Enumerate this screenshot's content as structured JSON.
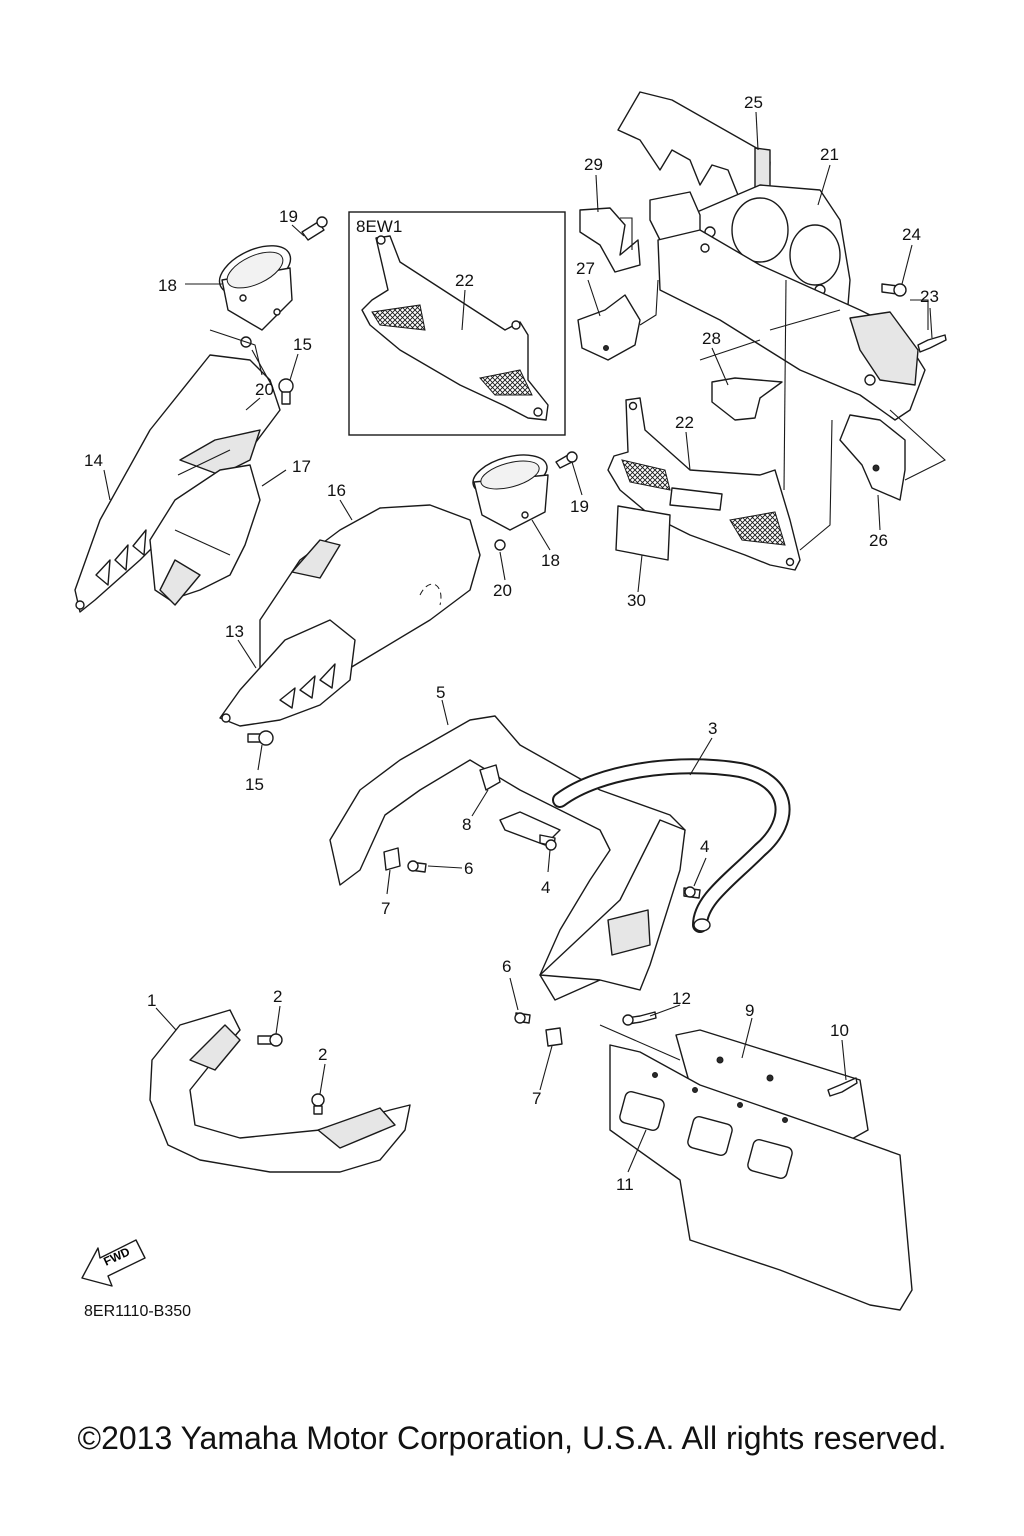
{
  "diagram": {
    "code": "8ER1110-B350",
    "inset_label": "8EW1",
    "fwd_label": "FWD",
    "callouts": [
      {
        "id": "c1",
        "text": "1"
      },
      {
        "id": "c2a",
        "text": "2"
      },
      {
        "id": "c2b",
        "text": "2"
      },
      {
        "id": "c3",
        "text": "3"
      },
      {
        "id": "c4a",
        "text": "4"
      },
      {
        "id": "c4b",
        "text": "4"
      },
      {
        "id": "c5",
        "text": "5"
      },
      {
        "id": "c6a",
        "text": "6"
      },
      {
        "id": "c6b",
        "text": "6"
      },
      {
        "id": "c7a",
        "text": "7"
      },
      {
        "id": "c7b",
        "text": "7"
      },
      {
        "id": "c8",
        "text": "8"
      },
      {
        "id": "c9",
        "text": "9"
      },
      {
        "id": "c10",
        "text": "10"
      },
      {
        "id": "c11",
        "text": "11"
      },
      {
        "id": "c12",
        "text": "12"
      },
      {
        "id": "c13",
        "text": "13"
      },
      {
        "id": "c14",
        "text": "14"
      },
      {
        "id": "c15a",
        "text": "15"
      },
      {
        "id": "c15b",
        "text": "15"
      },
      {
        "id": "c16",
        "text": "16"
      },
      {
        "id": "c17",
        "text": "17"
      },
      {
        "id": "c18a",
        "text": "18"
      },
      {
        "id": "c18b",
        "text": "18"
      },
      {
        "id": "c19a",
        "text": "19"
      },
      {
        "id": "c19b",
        "text": "19"
      },
      {
        "id": "c20a",
        "text": "20"
      },
      {
        "id": "c20b",
        "text": "20"
      },
      {
        "id": "c21",
        "text": "21"
      },
      {
        "id": "c22a",
        "text": "22"
      },
      {
        "id": "c22b",
        "text": "22"
      },
      {
        "id": "c23",
        "text": "23"
      },
      {
        "id": "c24",
        "text": "24"
      },
      {
        "id": "c25",
        "text": "25"
      },
      {
        "id": "c26",
        "text": "26"
      },
      {
        "id": "c27",
        "text": "27"
      },
      {
        "id": "c28",
        "text": "28"
      },
      {
        "id": "c29",
        "text": "29"
      },
      {
        "id": "c30",
        "text": "30"
      }
    ]
  },
  "footer": {
    "copyright": "©2013 Yamaha Motor Corporation, U.S.A. All rights reserved."
  }
}
